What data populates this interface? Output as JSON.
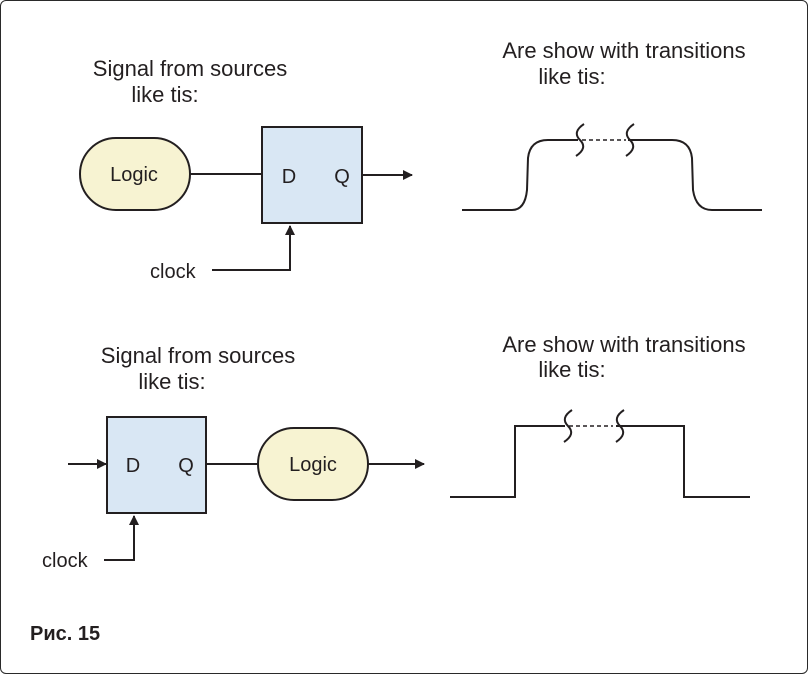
{
  "diagram": {
    "figure_label": "Рис. 15",
    "colors": {
      "logic_fill": "#f7f3d2",
      "flipflop_fill": "#d9e7f4",
      "line": "#231f20"
    },
    "top": {
      "left_caption_line1": "Signal from sources",
      "left_caption_line2": "like tis:",
      "logic_label": "Logic",
      "ff_d": "D",
      "ff_q": "Q",
      "clock_label": "clock",
      "right_caption_line1": "Are show with transitions",
      "right_caption_line2": "like tis:"
    },
    "bottom": {
      "left_caption_line1": "Signal from sources",
      "left_caption_line2": "like tis:",
      "logic_label": "Logic",
      "ff_d": "D",
      "ff_q": "Q",
      "clock_label": "clock",
      "right_caption_line1": "Are show with transitions",
      "right_caption_line2": "like tis:"
    }
  }
}
